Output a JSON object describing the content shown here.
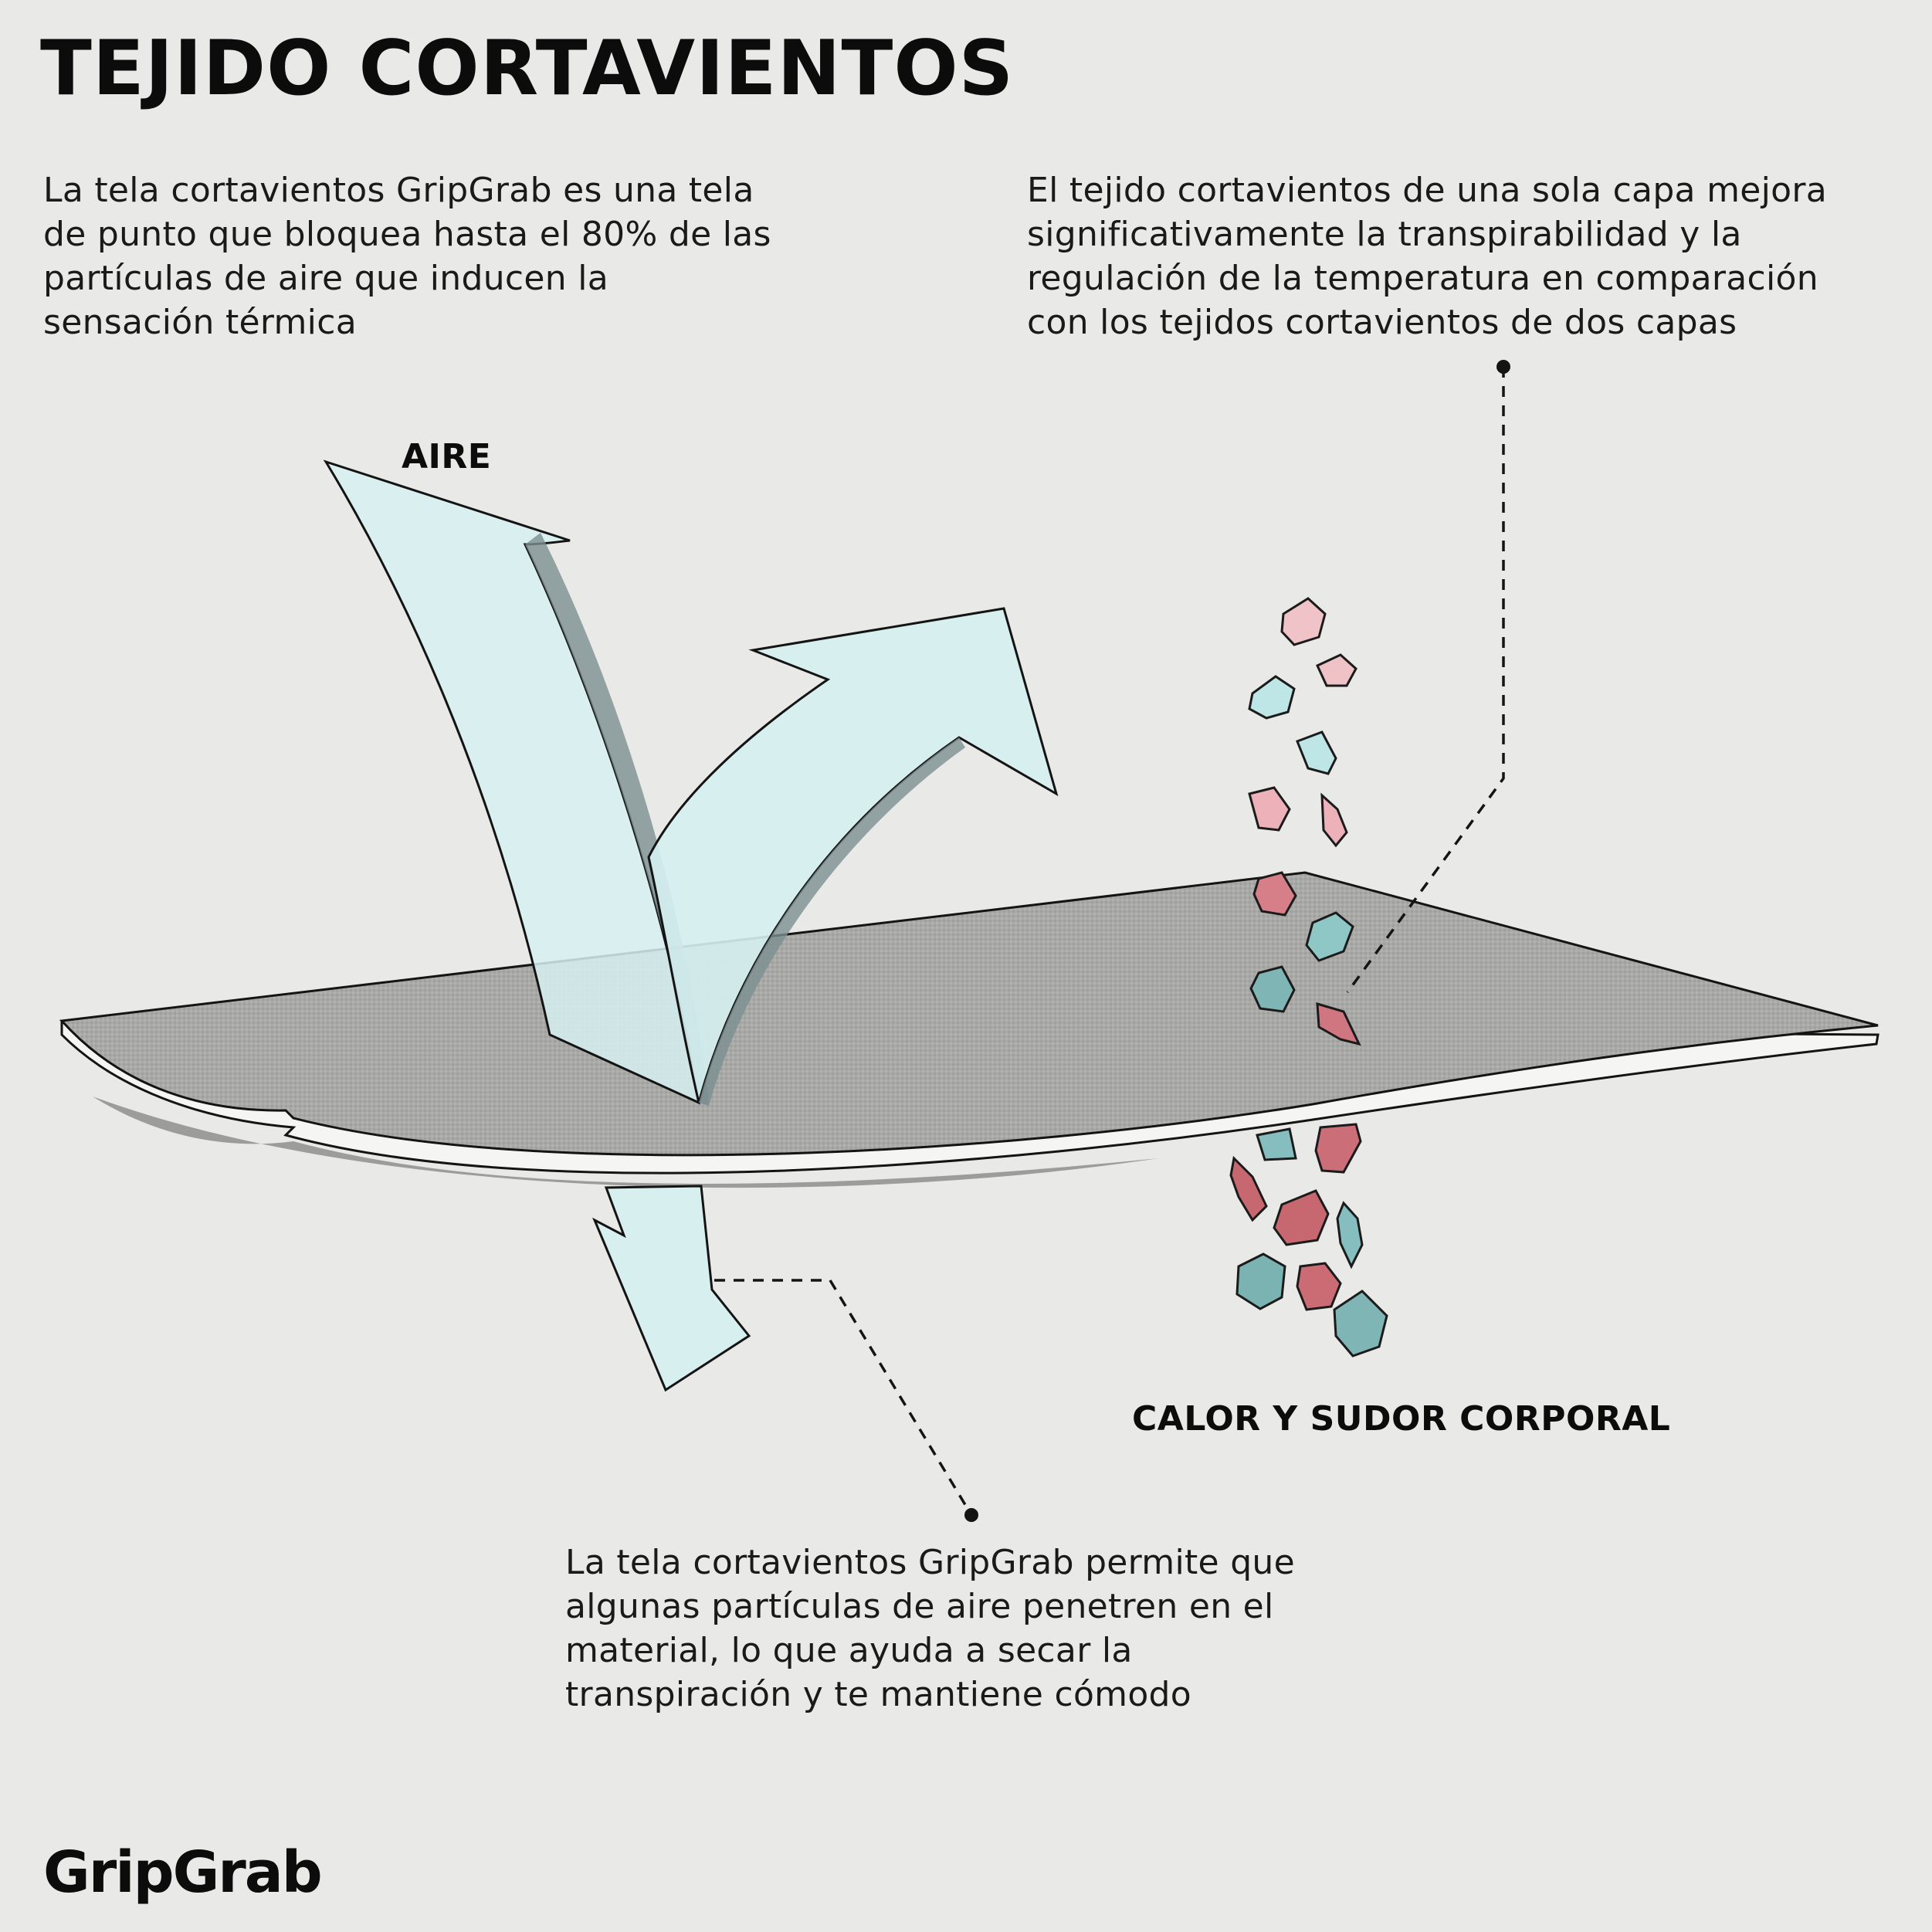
{
  "title": "TEJIDO CORTAVIENTOS",
  "left_text": [
    "La tela cortavientos GripGrab es una tela",
    "de punto que bloquea hasta el 80% de las",
    "partículas de aire que inducen la",
    "sensación térmica"
  ],
  "right_text": [
    "El tejido cortavientos de una sola capa mejora",
    "significativamente la transpirabilidad y la",
    "regulación de la temperatura en comparación",
    "con los tejidos cortavientos de dos capas"
  ],
  "bottom_text": [
    "La tela cortavientos GripGrab permite que",
    "algunas partículas de aire penetren en el",
    "material, lo que ayuda a secar la",
    "transpiración y te mantiene cómodo"
  ],
  "labels": {
    "air": "AIRE",
    "heat": "CALOR Y SUDOR CORPORAL"
  },
  "brand": "GripGrab",
  "colors": {
    "background": "#e9e9e8",
    "fabric": "#a9a9a7",
    "air_arrow": "#d6f0f1",
    "particle_pink": "#e9a9b2",
    "particle_red": "#c86a72",
    "particle_teal": "#86bdbf",
    "particle_teal_dark": "#6fa9a9"
  }
}
